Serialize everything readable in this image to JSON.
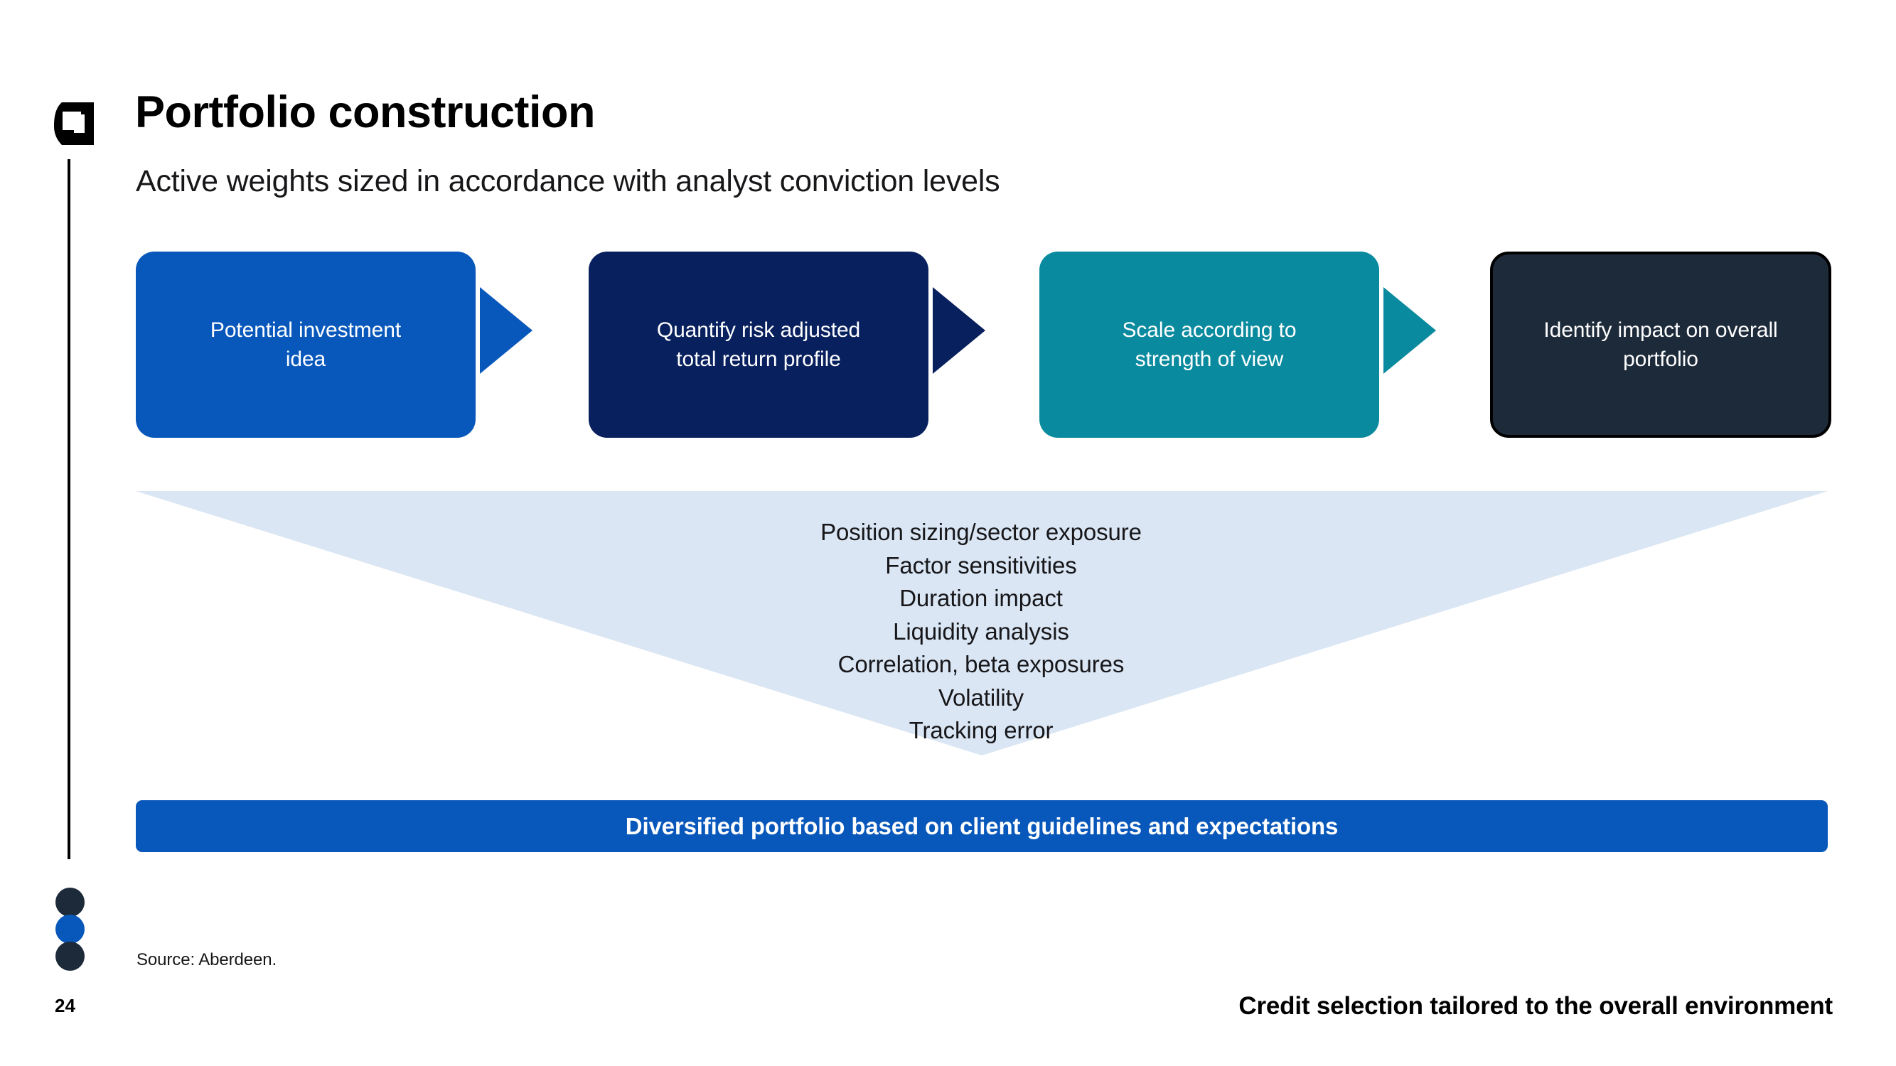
{
  "slide": {
    "title": "Portfolio construction",
    "subtitle": "Active weights sized in accordance with analyst conviction levels",
    "page_number": "24",
    "source_note": "Source: Aberdeen.",
    "footer_tagline": "Credit selection tailored to the overall environment"
  },
  "colors": {
    "brand_blue": "#0857bb",
    "navy": "#08205e",
    "teal": "#0a8a9e",
    "charcoal": "#1d2a3a",
    "funnel_fill": "#dae6f4",
    "text_dark": "#17171a"
  },
  "process": {
    "steps": [
      {
        "label": "Potential investment\nidea",
        "color": "#0857bb",
        "arrow": true,
        "border": "none"
      },
      {
        "label": "Quantify risk adjusted\ntotal return profile",
        "color": "#08205e",
        "arrow": true,
        "border": "none"
      },
      {
        "label": "Scale according to\nstrength of view",
        "color": "#0a8a9e",
        "arrow": true,
        "border": "none"
      },
      {
        "label": "Identify impact on overall\nportfolio",
        "color": "#1d2a3a",
        "arrow": false,
        "border": "#000000"
      }
    ]
  },
  "funnel": {
    "items": [
      "Position sizing/sector exposure",
      "Factor sensitivities",
      "Duration impact",
      "Liquidity analysis",
      "Correlation, beta exposures",
      "Volatility",
      "Tracking error"
    ]
  },
  "summary": {
    "label": "Diversified portfolio based on client guidelines and expectations"
  },
  "footer_dots": [
    {
      "color": "#1d2a3a"
    },
    {
      "color": "#0857bb"
    },
    {
      "color": "#1d2a3a"
    }
  ]
}
